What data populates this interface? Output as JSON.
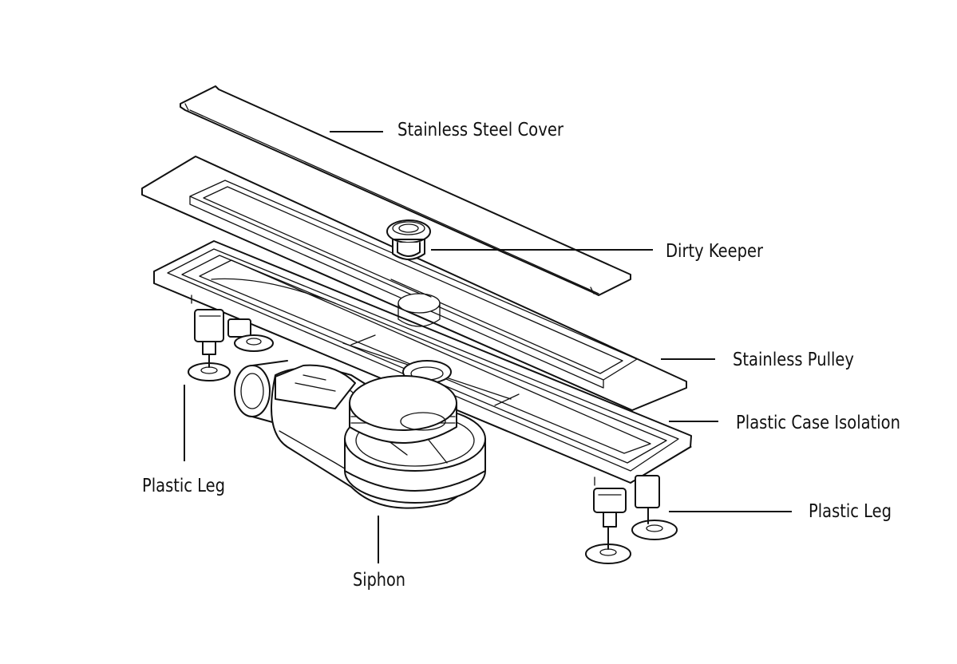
{
  "labels": {
    "stainless_steel_cover": "Stainless Steel Cover",
    "dirty_keeper": "Dirty Keeper",
    "stainless_pulley": "Stainless Pulley",
    "plastic_case_isolation": "Plastic Case Isolation",
    "plastic_leg_left": "Plastic Leg",
    "plastic_leg_right": "Plastic Leg",
    "siphon": "Siphon"
  },
  "colors": {
    "line": "#111111",
    "background": "#ffffff"
  }
}
